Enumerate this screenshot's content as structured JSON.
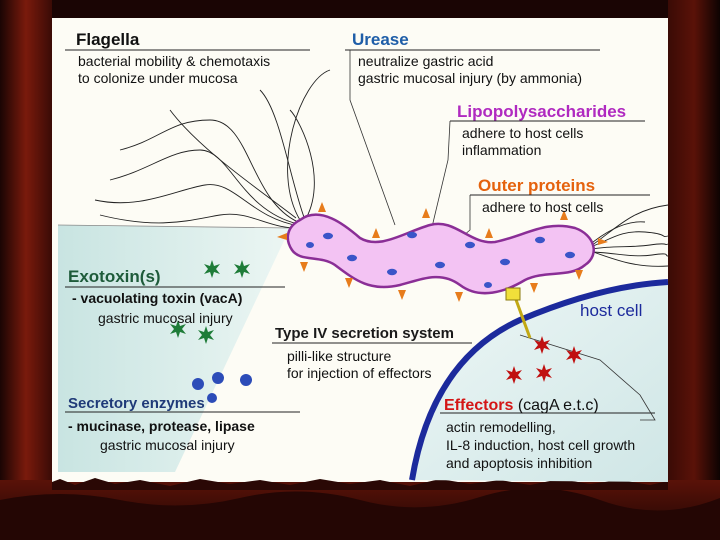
{
  "colors": {
    "curtain_dark": "#1a0504",
    "curtain_red": "#8a1a0e",
    "panel_bg": "#fdfcf5",
    "exotoxin_blue": "#1f5ea8",
    "urease_blue": "#1f5ea8",
    "lps_magenta": "#b02ac0",
    "outer_orange": "#e5620d",
    "effectors_red": "#d41616",
    "bacterium_fill": "#f3c3f3",
    "bacterium_stroke": "#8a2e96",
    "host_cell_stroke": "#1c2a9c",
    "host_cell_fill": "#dff0ef",
    "toxin_green": "#1e7c38",
    "enzyme_blue": "#2c4cb8",
    "effector_star": "#c01010",
    "pilus_yellow": "#f0e03a"
  },
  "flagella": {
    "title": "Flagella",
    "line1": "bacterial mobility & chemotaxis",
    "line2": "to colonize under mucosa"
  },
  "urease": {
    "title": "Urease",
    "line1": "neutralize gastric acid",
    "line2": "gastric mucosal injury (by ammonia)"
  },
  "lipopolysaccharides": {
    "title": "Lipopolysaccharides",
    "line1": "adhere to host cells",
    "line2": "inflammation"
  },
  "outer_proteins": {
    "title": "Outer proteins",
    "line1": "adhere to host cells"
  },
  "exotoxin": {
    "title": "Exotoxin(s)",
    "line1": "- vacuolating toxin (vacA)",
    "line2": "gastric mucosal injury"
  },
  "type_iv": {
    "title": "Type IV secretion system",
    "line1": "pilli-like structure",
    "line2": "for injection of effectors"
  },
  "host_cell": {
    "label": "host cell"
  },
  "secretory_enzymes": {
    "title": "Secretory enzymes",
    "line1": "- mucinase, protease, lipase",
    "line2": "gastric mucosal injury"
  },
  "effectors": {
    "title": "Effectors",
    "title_suffix": "(cagA e.t.c)",
    "line1": "actin remodelling,",
    "line2": "IL-8 induction, host cell growth",
    "line3": "and apoptosis inhibition"
  }
}
